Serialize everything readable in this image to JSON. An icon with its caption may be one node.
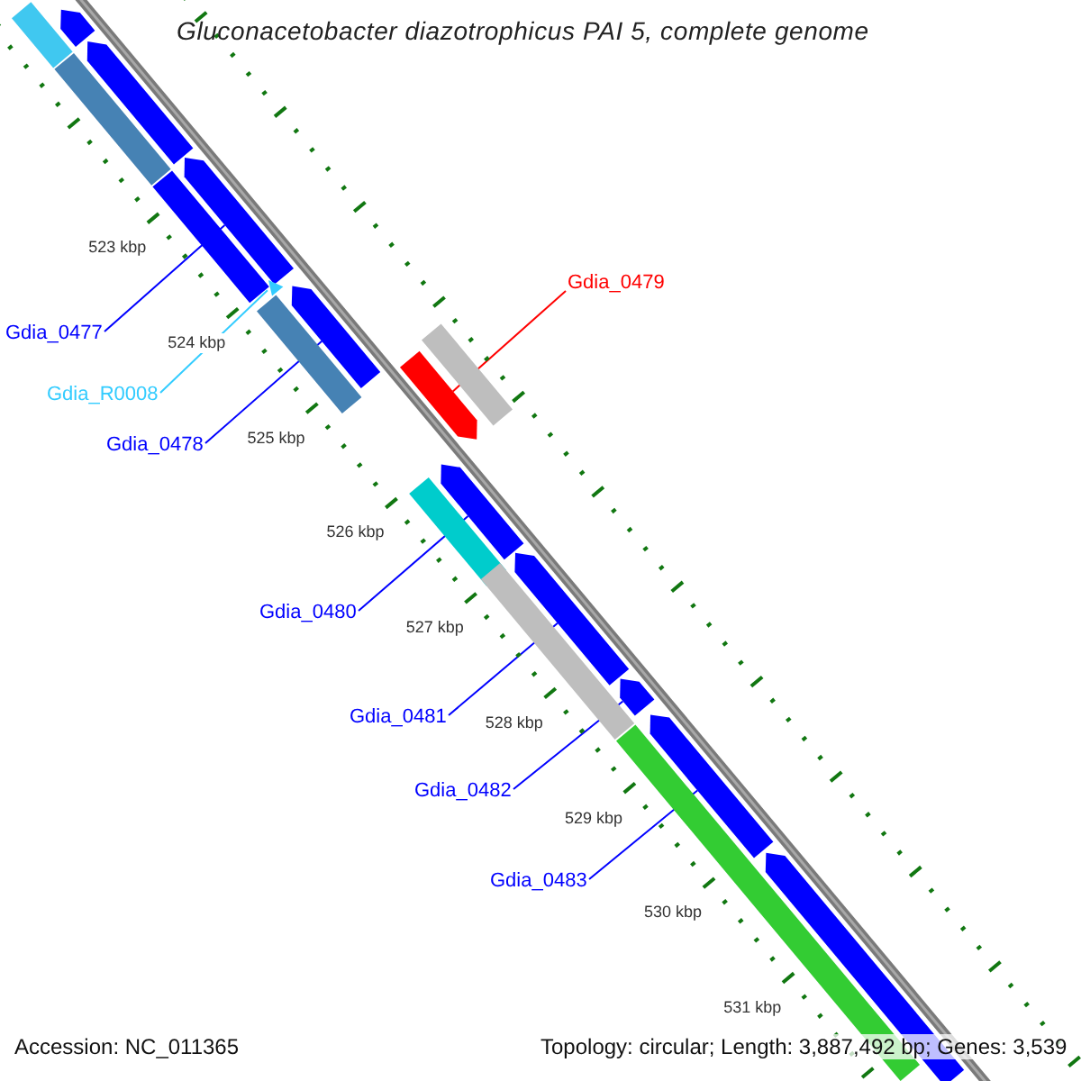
{
  "diagram": {
    "title": "Gluconacetobacter diazotrophicus PAI 5, complete genome",
    "nodes": [
      {
        "text": [
          "Gdia_0479"
        ]
      },
      {
        "text": [
          "Gdia_0477"
        ]
      },
      {
        "text": [
          "Gdia_R0008"
        ]
      },
      {
        "text": [
          "Gdia_0478"
        ]
      },
      {
        "text": [
          "Gdia_0480"
        ]
      },
      {
        "text": [
          "Gdia_0481"
        ]
      },
      {
        "text": [
          "Gdia_0482"
        ]
      },
      {
        "text": [
          "Gdia_0483"
        ]
      },
      {
        "text": [],
        "shape": "bar"
      },
      {
        "text": [],
        "shape": "bar"
      },
      {
        "text": [],
        "shape": "bar"
      },
      {
        "text": [],
        "shape": "bar"
      },
      {
        "text": [],
        "shape": "bar"
      },
      {
        "text": [],
        "shape": "bar"
      },
      {
        "text": [],
        "shape": "bar"
      },
      {
        "text": [],
        "shape": "bar"
      },
      {
        "text": [],
        "shape": "bar"
      },
      {
        "text": [],
        "shape": "bar"
      },
      {
        "text": [],
        "shape": "bar"
      },
      {
        "text": [],
        "shape": "bar"
      },
      {
        "text": [],
        "shape": "bar"
      },
      {
        "text": [],
        "shape": "bar"
      },
      {
        "text": [],
        "shape": "bar"
      },
      {
        "text": [],
        "shape": "bar"
      },
      {
        "text": [],
        "shape": "bar"
      },
      {
        "text": [],
        "shape": "bar"
      },
      {
        "text": [],
        "shape": "bar"
      }
    ],
    "edges": [
      {
        "from": 0,
        "to": 18,
        "arrow": "none",
        "color": "#ff0000"
      },
      {
        "from": 1,
        "to": 12,
        "arrow": "none"
      },
      {
        "from": 2,
        "to": 14,
        "arrow": "none",
        "color": "#33ccff"
      },
      {
        "from": 3,
        "to": 16,
        "arrow": "none"
      },
      {
        "from": 4,
        "to": 19,
        "arrow": "none"
      },
      {
        "from": 5,
        "to": 22,
        "arrow": "none"
      },
      {
        "from": 6,
        "to": 23,
        "arrow": "none"
      },
      {
        "from": 7,
        "to": 25,
        "arrow": "none"
      }
    ],
    "labels": [
      "523 kbp",
      "524 kbp",
      "525 kbp",
      "526 kbp",
      "527 kbp",
      "528 kbp",
      "529 kbp",
      "530 kbp",
      "531 kbp",
      "Accession: NC_011365",
      "Topology: circular; Length: 3,887,492 bp; Genes: 3,539"
    ]
  }
}
